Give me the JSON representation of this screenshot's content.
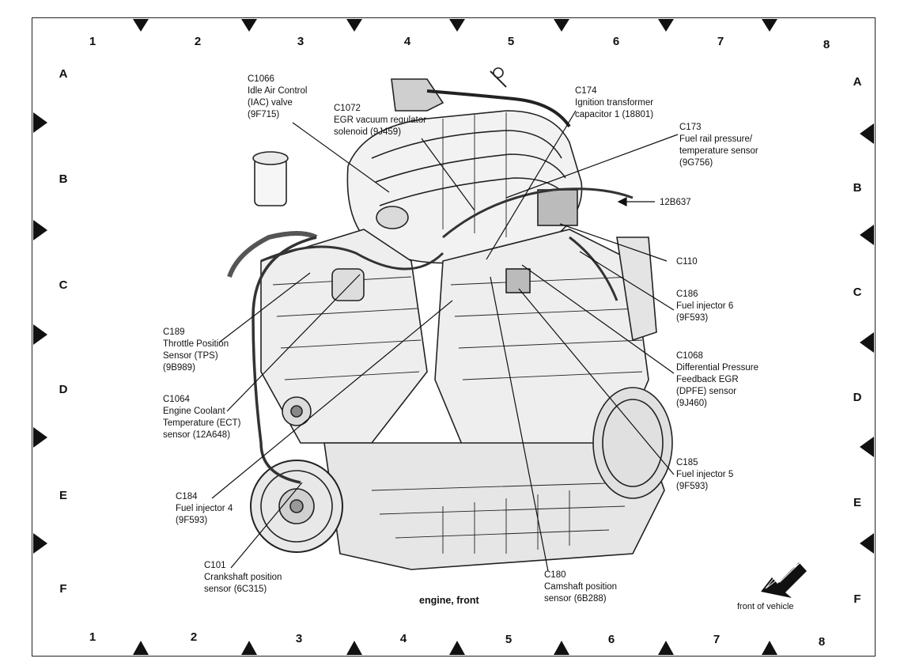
{
  "grid": {
    "columns": [
      "1",
      "2",
      "3",
      "4",
      "5",
      "6",
      "7",
      "8"
    ],
    "rows": [
      "A",
      "B",
      "C",
      "D",
      "E",
      "F"
    ]
  },
  "callouts": {
    "c1066": [
      "C1066",
      "Idle Air Control",
      "(IAC) valve",
      "(9F715)"
    ],
    "c1072": [
      "C1072",
      "EGR vacuum regulator",
      "solenoid (9J459)"
    ],
    "c174": [
      "C174",
      "Ignition transformer",
      "capacitor 1 (18801)"
    ],
    "c173": [
      "C173",
      "Fuel rail pressure/",
      "temperature sensor",
      "(9G756)"
    ],
    "p12b637": [
      "12B637"
    ],
    "c110": [
      "C110"
    ],
    "c186": [
      "C186",
      "Fuel injector 6",
      "(9F593)"
    ],
    "c1068": [
      "C1068",
      "Differential Pressure",
      "Feedback EGR",
      "(DPFE) sensor",
      "(9J460)"
    ],
    "c185": [
      "C185",
      "Fuel injector 5",
      "(9F593)"
    ],
    "c180": [
      "C180",
      "Camshaft position",
      "sensor (6B288)"
    ],
    "c189": [
      "C189",
      "Throttle Position",
      "Sensor (TPS)",
      "(9B989)"
    ],
    "c1064": [
      "C1064",
      "Engine Coolant",
      "Temperature (ECT)",
      "sensor (12A648)"
    ],
    "c184": [
      "C184",
      "Fuel injector 4",
      "(9F593)"
    ],
    "c101": [
      "C101",
      "Crankshaft position",
      "sensor (6C315)"
    ]
  },
  "caption": "engine, front",
  "orientation_label": "front of vehicle"
}
